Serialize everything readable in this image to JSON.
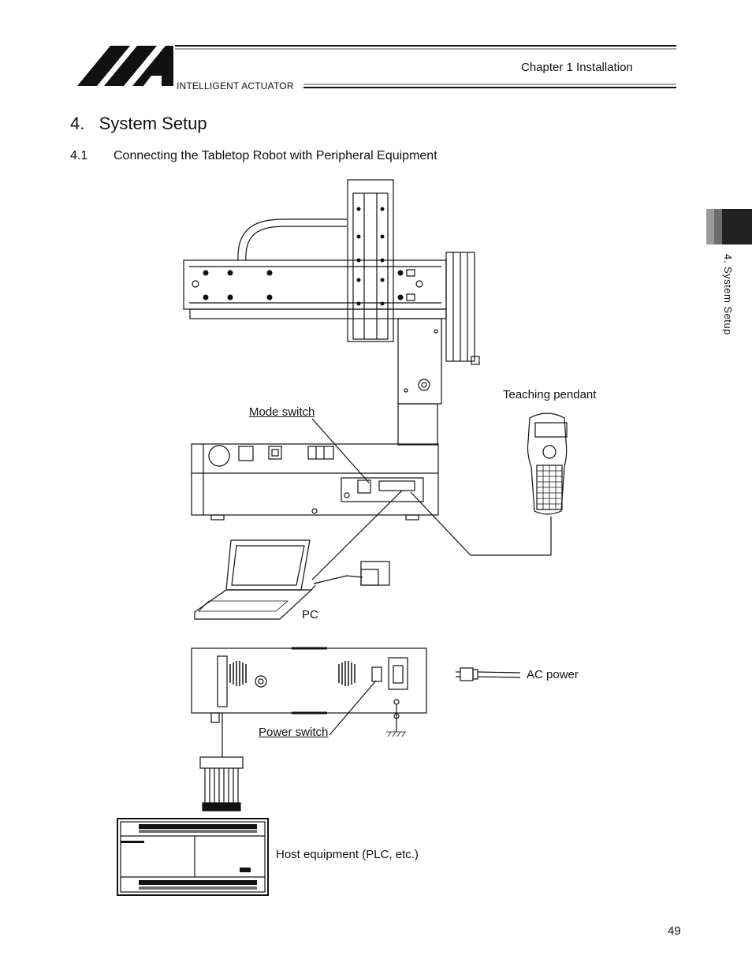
{
  "header": {
    "brand": "INTELLIGENT ACTUATOR",
    "chapter": "Chapter 1   Installation"
  },
  "section": {
    "title": "4.   System Setup",
    "subsection_number": "4.1",
    "subsection_title": "Connecting the Tabletop Robot with Peripheral Equipment"
  },
  "side_tab": "4. System Setup",
  "labels": {
    "teaching_pendant": "Teaching pendant",
    "mode_switch": "Mode switch",
    "pc": "PC",
    "ac_power": "AC power",
    "power_switch": "Power switch",
    "host_equipment": "Host equipment (PLC, etc.)"
  },
  "page_number": "49"
}
